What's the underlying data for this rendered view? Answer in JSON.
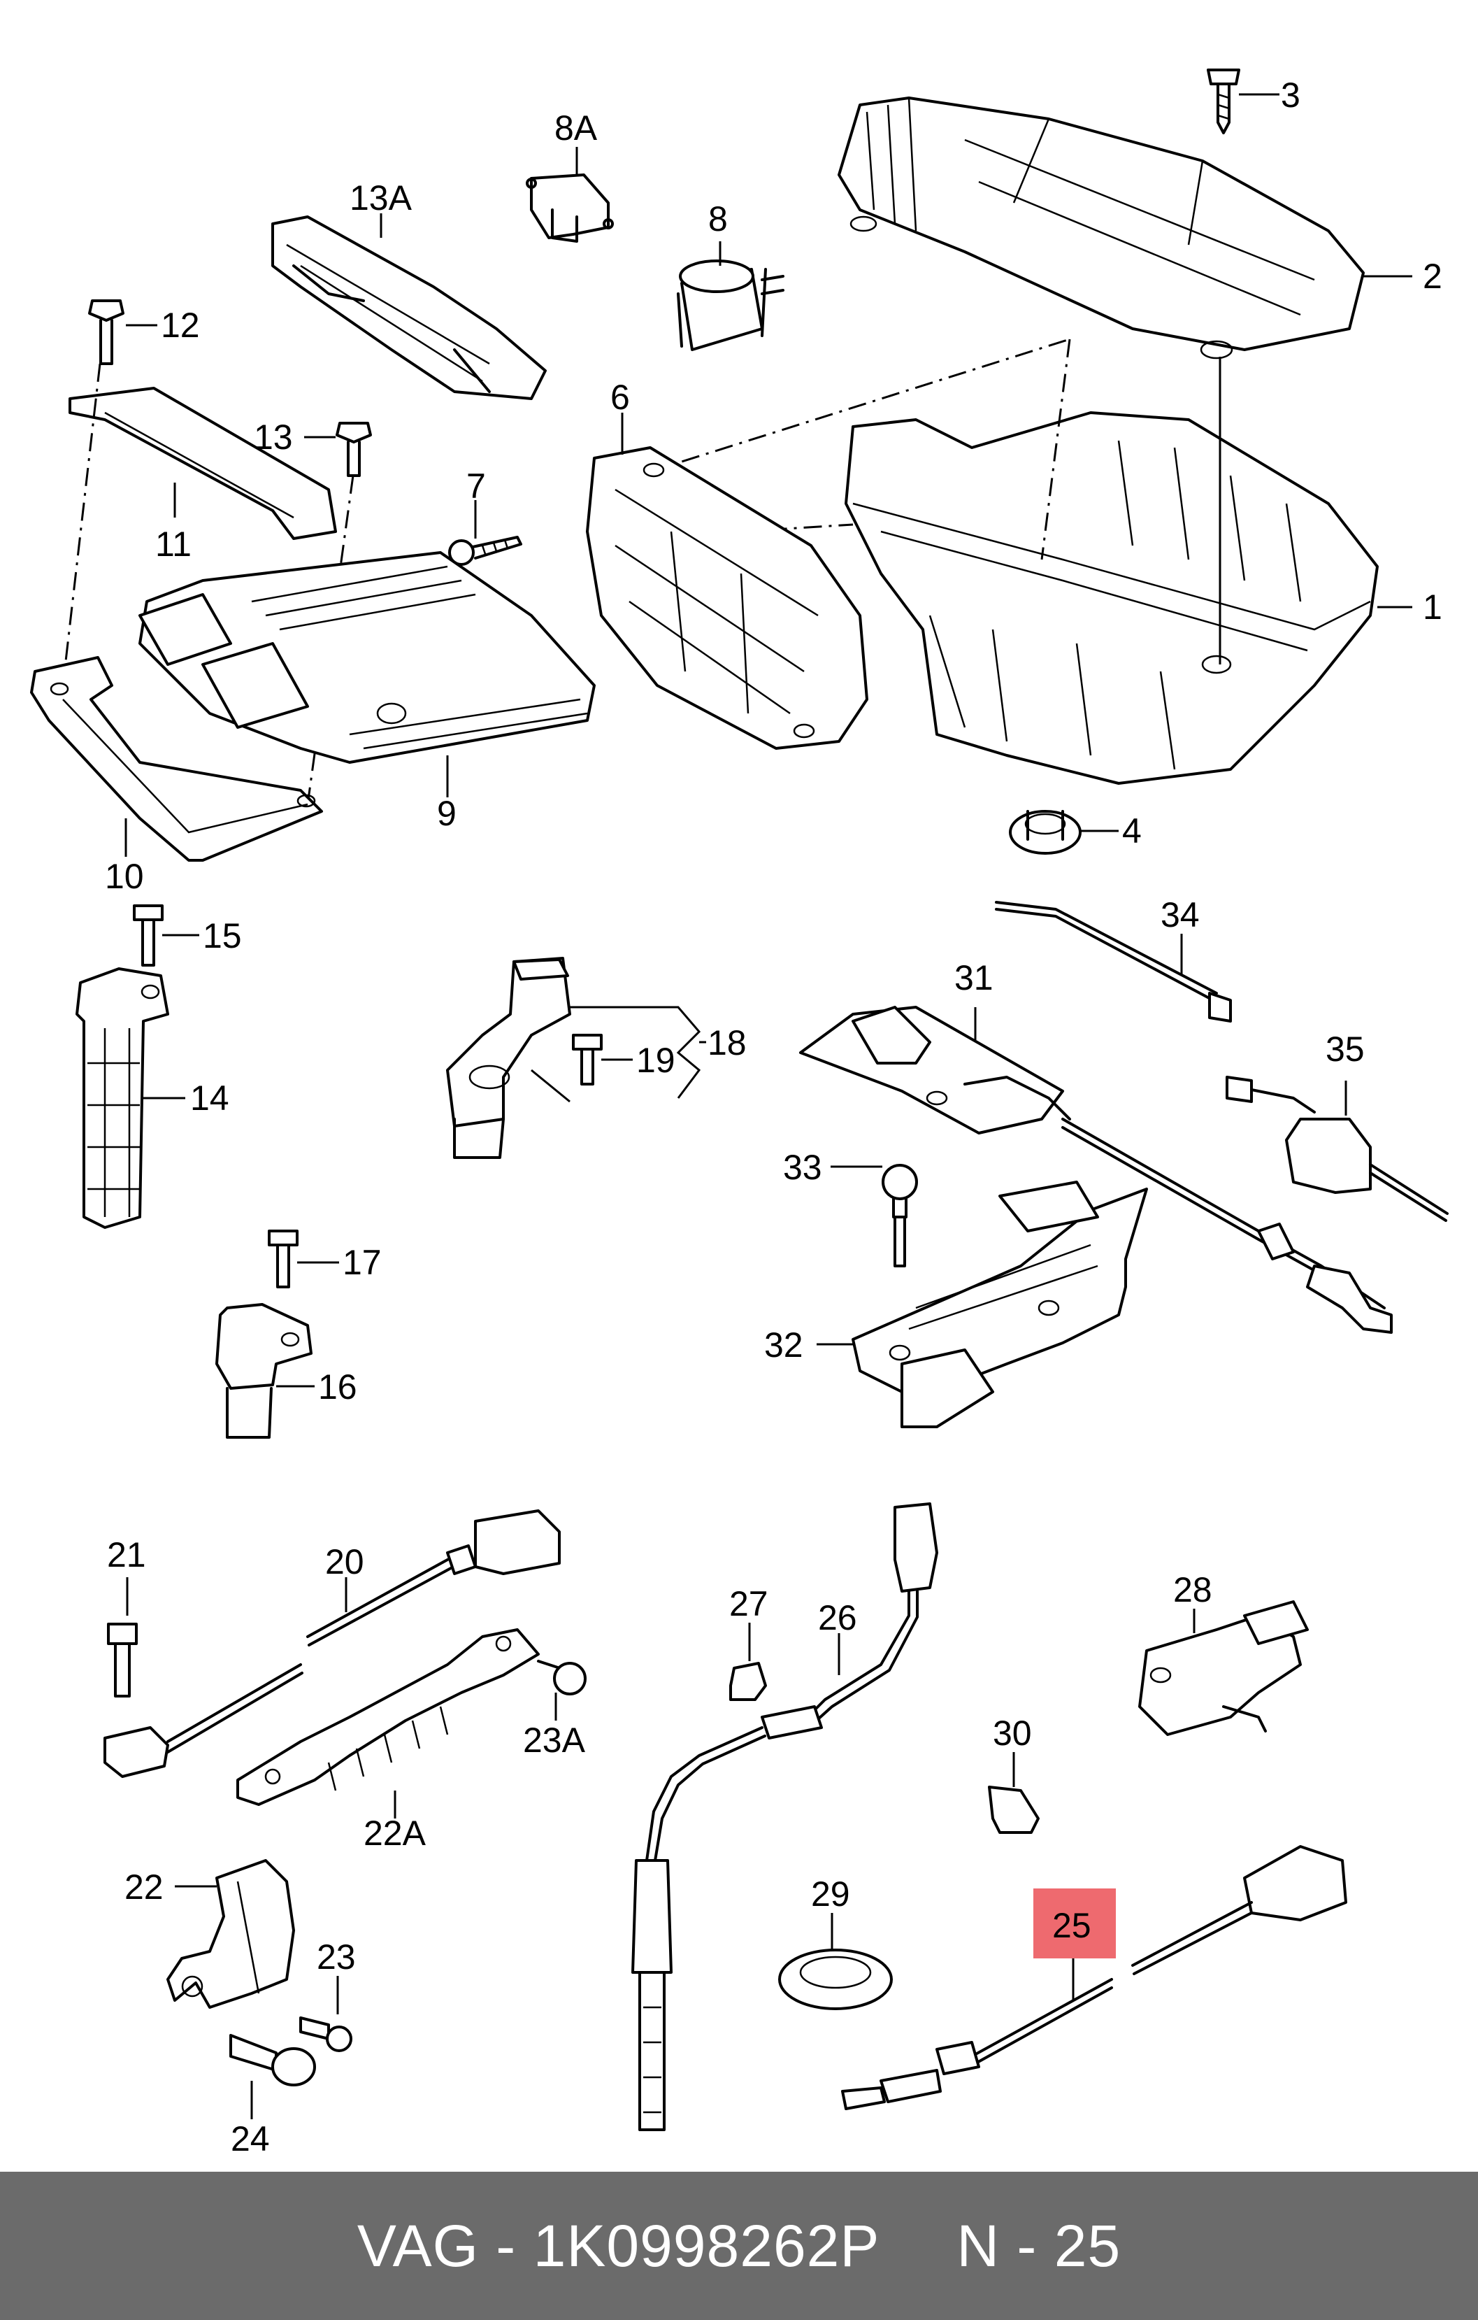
{
  "footer": {
    "brand_part": "VAG - 1K0998262P",
    "position": "N - 25"
  },
  "callouts": {
    "c1": "1",
    "c2": "2",
    "c3": "3",
    "c4": "4",
    "c6": "6",
    "c7": "7",
    "c8": "8",
    "c8A": "8A",
    "c9": "9",
    "c10": "10",
    "c11": "11",
    "c12": "12",
    "c13": "13",
    "c13A": "13A",
    "c14": "14",
    "c15": "15",
    "c16": "16",
    "c17": "17",
    "c18": "18",
    "c19": "19",
    "c20": "20",
    "c21": "21",
    "c22": "22",
    "c22A": "22A",
    "c23": "23",
    "c23A": "23A",
    "c24": "24",
    "c25": "25",
    "c26": "26",
    "c27": "27",
    "c28": "28",
    "c29": "29",
    "c30": "30",
    "c31": "31",
    "c32": "32",
    "c33": "33",
    "c34": "34",
    "c35": "35"
  },
  "highlight": {
    "callout": "25",
    "color": "#ee6a6f"
  },
  "colors": {
    "footer_bg": "#6b6b6b",
    "footer_text": "#ffffff",
    "line": "#000000"
  }
}
